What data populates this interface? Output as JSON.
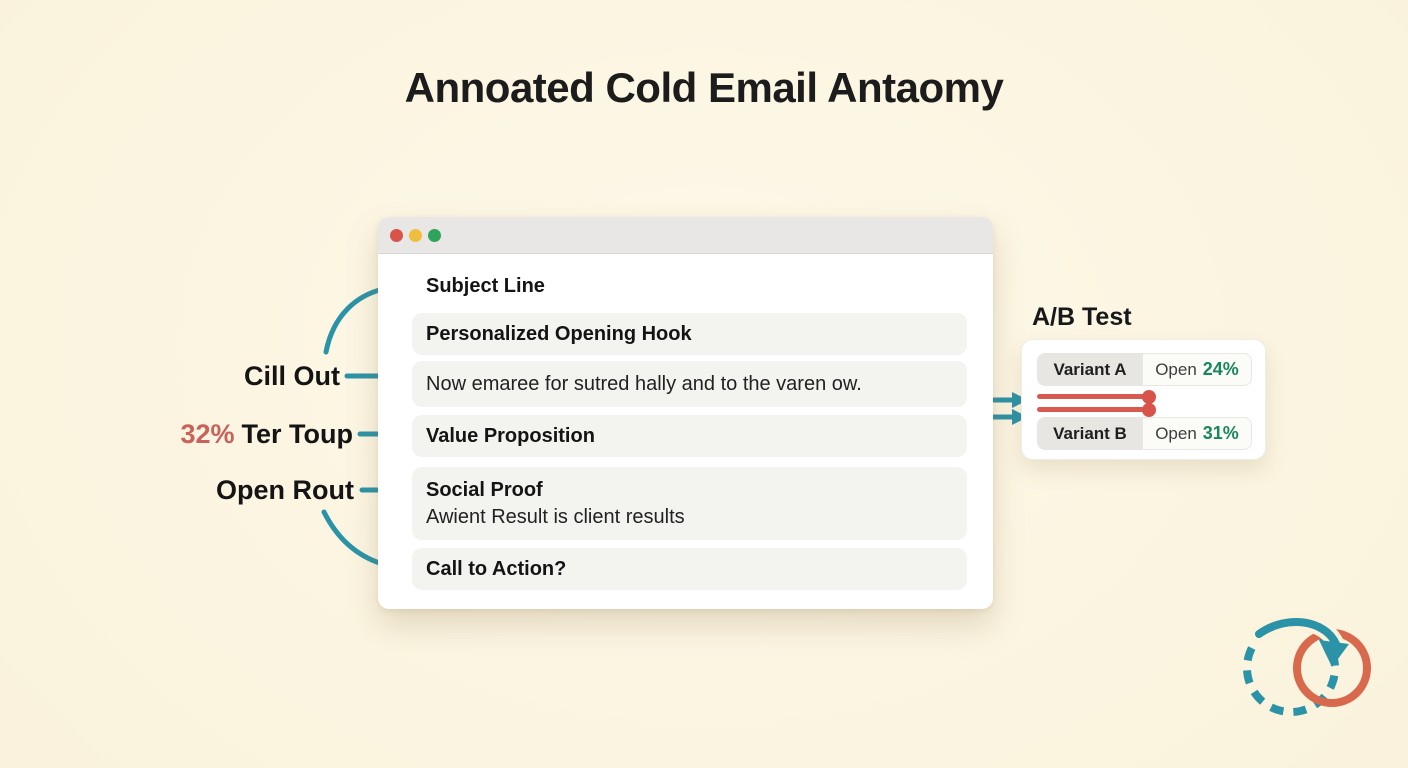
{
  "title": "Annoated Cold Email Antaomy",
  "email_window": {
    "rows": [
      {
        "label": "Subject Line"
      },
      {
        "label": "Personalized Opening Hook"
      },
      {
        "label": "Now emaree for sutred hally and to the varen ow."
      },
      {
        "label": "Value Proposition"
      },
      {
        "label": "Social Proof",
        "sub": "Awient Result is client results"
      },
      {
        "label": "Call to Action?"
      }
    ]
  },
  "annotations": [
    {
      "prefix": "",
      "label": "Cill Out"
    },
    {
      "prefix": "32%",
      "label": "Ter Toup"
    },
    {
      "prefix": "",
      "label": "Open Rout"
    }
  ],
  "ab_test": {
    "title": "A/B Test",
    "variants": [
      {
        "name": "Variant A",
        "metric_label": "Open",
        "metric_value": "24%"
      },
      {
        "name": "Variant B",
        "metric_label": "Open",
        "metric_value": "31%"
      }
    ]
  },
  "icons": {
    "window_controls": [
      "close-icon",
      "minimize-icon",
      "zoom-icon"
    ],
    "bottom_right": "refresh-loop-icon"
  },
  "colors": {
    "background": "#FAF3DC",
    "accent_teal": "#2B93A7",
    "slider_red": "#D85A4F",
    "metric_green": "#19875B",
    "annotation_red": "#C9625B",
    "traffic_red": "#D95349",
    "traffic_yellow": "#EFBE3C",
    "traffic_green": "#2FA35C",
    "loop_orange": "#D9694C"
  }
}
